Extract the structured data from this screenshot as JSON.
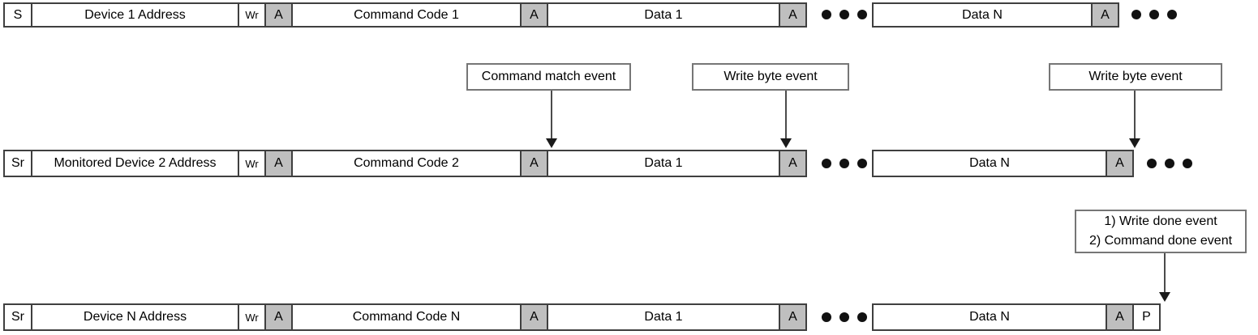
{
  "colors": {
    "cell_border": "#3f3f3f",
    "ack_fill": "#bfbfbf",
    "callout_border": "#767676",
    "arrow": "#1a1a1a",
    "text": "#000000",
    "background": "#ffffff"
  },
  "frames": [
    {
      "start": "S",
      "address": "Device 1 Address",
      "write_bit": "Wr",
      "ack_address": "A",
      "command": "Command Code 1",
      "ack_command": "A",
      "data_first": "Data 1",
      "ack_data_first": "A",
      "data_last": "Data N",
      "ack_data_last": "A"
    },
    {
      "start": "Sr",
      "address": "Monitored Device 2 Address",
      "write_bit": "Wr",
      "ack_address": "A",
      "command": "Command Code 2",
      "ack_command": "A",
      "data_first": "Data 1",
      "ack_data_first": "A",
      "data_last": "Data N",
      "ack_data_last": "A"
    },
    {
      "start": "Sr",
      "address": "Device N Address",
      "write_bit": "Wr",
      "ack_address": "A",
      "command": "Command Code N",
      "ack_command": "A",
      "data_first": "Data 1",
      "ack_data_first": "A",
      "data_last": "Data N",
      "ack_data_last": "A",
      "stop": "P"
    }
  ],
  "callouts": {
    "command_match": {
      "label": "Command match event"
    },
    "write_byte_first": {
      "label": "Write byte event"
    },
    "write_byte_last": {
      "label": "Write byte event"
    },
    "write_done": {
      "line1": "1) Write done event",
      "line2": "2) Command done event"
    }
  }
}
